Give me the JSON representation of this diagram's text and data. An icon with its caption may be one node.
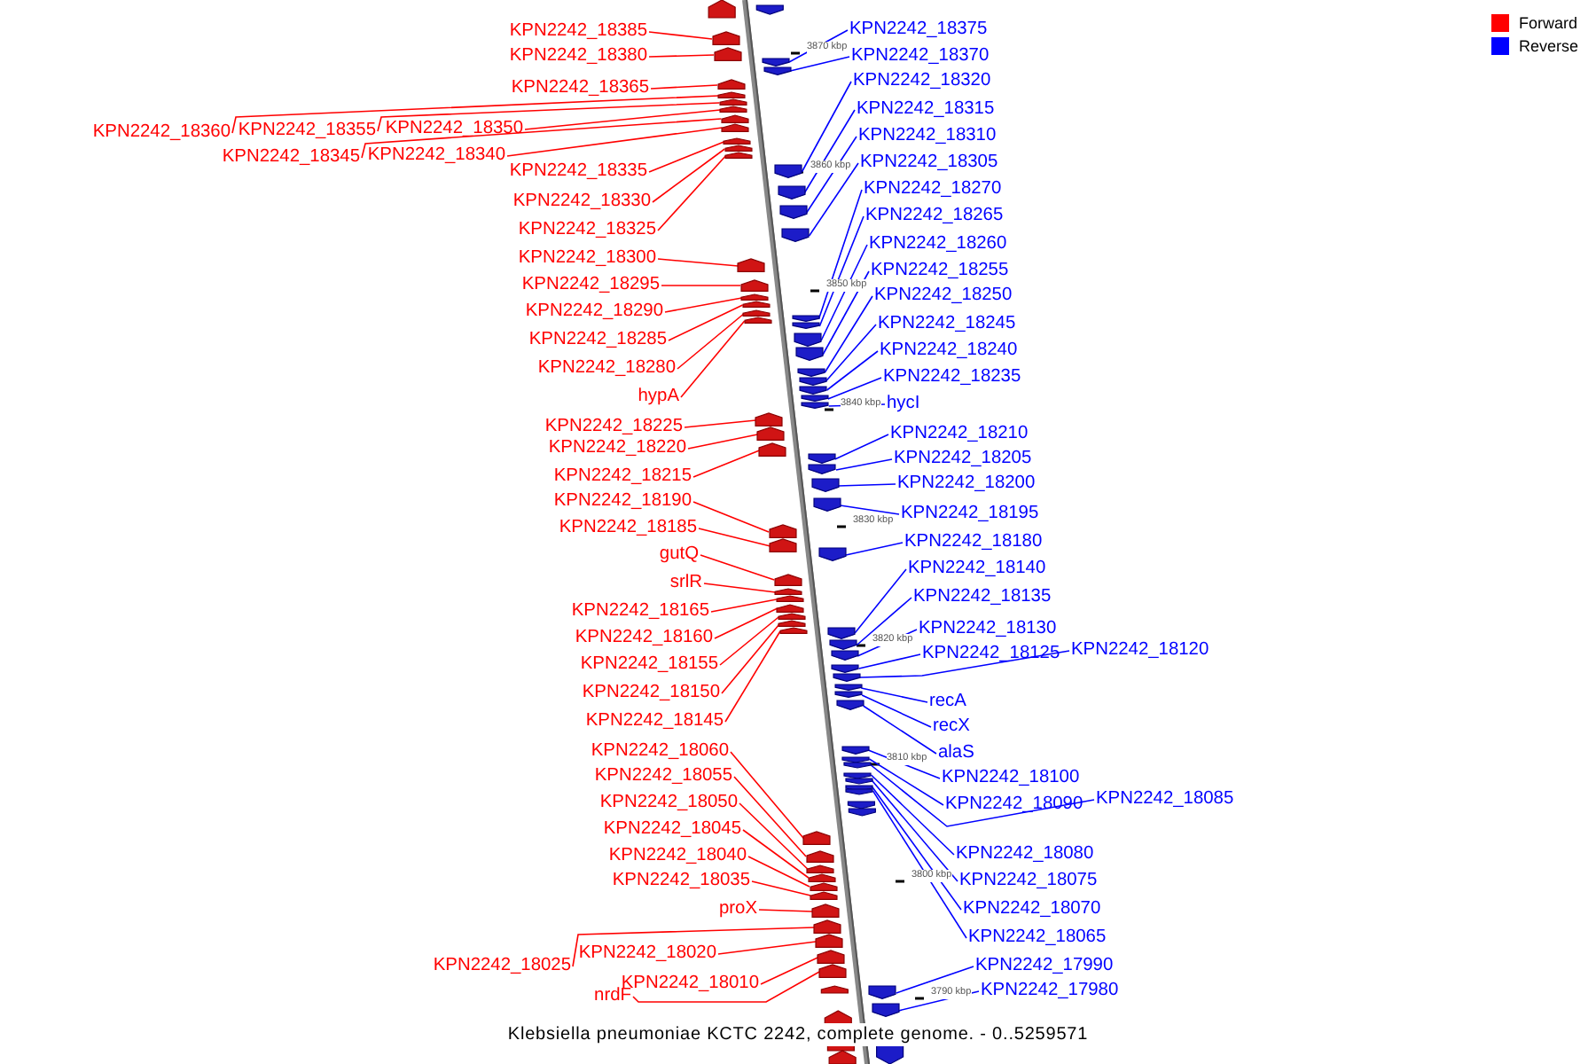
{
  "diagram": {
    "caption": "Klebsiella pneumoniae KCTC 2242, complete genome. - 0..5259571",
    "nodes": [
      {
        "text": [
          "KPN2242_18385"
        ]
      },
      {
        "text": [
          "KPN2242_18380"
        ]
      },
      {
        "text": [
          "KPN2242_18365"
        ]
      },
      {
        "text": [
          "KPN2242_18360"
        ]
      },
      {
        "text": [
          "KPN2242_18355"
        ]
      },
      {
        "text": [
          "KPN2242_18350"
        ]
      },
      {
        "text": [
          "KPN2242_18345"
        ]
      },
      {
        "text": [
          "KPN2242_18340"
        ]
      },
      {
        "text": [
          "KPN2242_18335"
        ]
      },
      {
        "text": [
          "KPN2242_18330"
        ]
      },
      {
        "text": [
          "KPN2242_18325"
        ]
      },
      {
        "text": [
          "KPN2242_18300"
        ]
      },
      {
        "text": [
          "KPN2242_18295"
        ]
      },
      {
        "text": [
          "KPN2242_18290"
        ]
      },
      {
        "text": [
          "KPN2242_18285"
        ]
      },
      {
        "text": [
          "KPN2242_18280"
        ]
      },
      {
        "text": [
          "hypA"
        ]
      },
      {
        "text": [
          "KPN2242_18225"
        ]
      },
      {
        "text": [
          "KPN2242_18220"
        ]
      },
      {
        "text": [
          "KPN2242_18215"
        ]
      },
      {
        "text": [
          "KPN2242_18190"
        ]
      },
      {
        "text": [
          "KPN2242_18185"
        ]
      },
      {
        "text": [
          "gutQ"
        ]
      },
      {
        "text": [
          "srlR"
        ]
      },
      {
        "text": [
          "KPN2242_18165"
        ]
      },
      {
        "text": [
          "KPN2242_18160"
        ]
      },
      {
        "text": [
          "KPN2242_18155"
        ]
      },
      {
        "text": [
          "KPN2242_18150"
        ]
      },
      {
        "text": [
          "KPN2242_18145"
        ]
      },
      {
        "text": [
          "KPN2242_18060"
        ]
      },
      {
        "text": [
          "KPN2242_18055"
        ]
      },
      {
        "text": [
          "KPN2242_18050"
        ]
      },
      {
        "text": [
          "KPN2242_18045"
        ]
      },
      {
        "text": [
          "KPN2242_18040"
        ]
      },
      {
        "text": [
          "KPN2242_18035"
        ]
      },
      {
        "text": [
          "proX"
        ]
      },
      {
        "text": [
          "KPN2242_18020"
        ]
      },
      {
        "text": [
          "KPN2242_18025"
        ]
      },
      {
        "text": [
          "KPN2242_18010"
        ]
      },
      {
        "text": [
          "nrdF"
        ]
      },
      {
        "text": [
          "KPN2242_18375"
        ]
      },
      {
        "text": [
          "KPN2242_18370"
        ]
      },
      {
        "text": [
          "KPN2242_18320"
        ]
      },
      {
        "text": [
          "KPN2242_18315"
        ]
      },
      {
        "text": [
          "KPN2242_18310"
        ]
      },
      {
        "text": [
          "KPN2242_18305"
        ]
      },
      {
        "text": [
          "KPN2242_18270"
        ]
      },
      {
        "text": [
          "KPN2242_18265"
        ]
      },
      {
        "text": [
          "KPN2242_18260"
        ]
      },
      {
        "text": [
          "KPN2242_18255"
        ]
      },
      {
        "text": [
          "KPN2242_18250"
        ]
      },
      {
        "text": [
          "KPN2242_18245"
        ]
      },
      {
        "text": [
          "KPN2242_18240"
        ]
      },
      {
        "text": [
          "KPN2242_18235"
        ]
      },
      {
        "text": [
          "hycI"
        ]
      },
      {
        "text": [
          "KPN2242_18210"
        ]
      },
      {
        "text": [
          "KPN2242_18205"
        ]
      },
      {
        "text": [
          "KPN2242_18200"
        ]
      },
      {
        "text": [
          "KPN2242_18195"
        ]
      },
      {
        "text": [
          "KPN2242_18180"
        ]
      },
      {
        "text": [
          "KPN2242_18140"
        ]
      },
      {
        "text": [
          "KPN2242_18135"
        ]
      },
      {
        "text": [
          "KPN2242_18130"
        ]
      },
      {
        "text": [
          "KPN2242_18125"
        ]
      },
      {
        "text": [
          "KPN2242_18120"
        ]
      },
      {
        "text": [
          "recA"
        ]
      },
      {
        "text": [
          "recX"
        ]
      },
      {
        "text": [
          "alaS"
        ]
      },
      {
        "text": [
          "KPN2242_18100"
        ]
      },
      {
        "text": [
          "KPN2242_18090"
        ]
      },
      {
        "text": [
          "KPN2242_18085"
        ]
      },
      {
        "text": [
          "KPN2242_18080"
        ]
      },
      {
        "text": [
          "KPN2242_18075"
        ]
      },
      {
        "text": [
          "KPN2242_18070"
        ]
      },
      {
        "text": [
          "KPN2242_18065"
        ]
      },
      {
        "text": [
          "KPN2242_17990"
        ]
      },
      {
        "text": [
          "KPN2242_17980"
        ]
      },
      {
        "text": [],
        "shape": "arrow"
      },
      {
        "text": [],
        "shape": "arrow"
      },
      {
        "text": [],
        "shape": "arrow"
      },
      {
        "text": [],
        "shape": "arrow"
      },
      {
        "text": [],
        "shape": "arrow"
      },
      {
        "text": [],
        "shape": "arrow"
      },
      {
        "text": [],
        "shape": "arrow"
      },
      {
        "text": [],
        "shape": "arrow"
      },
      {
        "text": [],
        "shape": "arrow"
      },
      {
        "text": [],
        "shape": "arrow"
      },
      {
        "text": [],
        "shape": "arrow"
      },
      {
        "text": [],
        "shape": "arrow"
      },
      {
        "text": [],
        "shape": "arrow"
      },
      {
        "text": [],
        "shape": "arrow"
      },
      {
        "text": [],
        "shape": "arrow"
      },
      {
        "text": [],
        "shape": "arrow"
      },
      {
        "text": [],
        "shape": "arrow"
      },
      {
        "text": [],
        "shape": "arrow"
      },
      {
        "text": [],
        "shape": "arrow"
      },
      {
        "text": [],
        "shape": "arrow"
      },
      {
        "text": [],
        "shape": "arrow"
      },
      {
        "text": [],
        "shape": "arrow"
      },
      {
        "text": [],
        "shape": "arrow"
      },
      {
        "text": [],
        "shape": "arrow"
      },
      {
        "text": [],
        "shape": "arrow"
      },
      {
        "text": [],
        "shape": "arrow"
      },
      {
        "text": [],
        "shape": "arrow"
      },
      {
        "text": [],
        "shape": "arrow"
      },
      {
        "text": [],
        "shape": "arrow"
      },
      {
        "text": [],
        "shape": "arrow"
      },
      {
        "text": [],
        "shape": "arrow"
      },
      {
        "text": [],
        "shape": "arrow"
      },
      {
        "text": [],
        "shape": "arrow"
      },
      {
        "text": [],
        "shape": "arrow"
      },
      {
        "text": [],
        "shape": "arrow"
      },
      {
        "text": [],
        "shape": "arrow"
      },
      {
        "text": [],
        "shape": "arrow"
      },
      {
        "text": [],
        "shape": "arrow"
      },
      {
        "text": [],
        "shape": "arrow"
      },
      {
        "text": [],
        "shape": "arrow"
      },
      {
        "text": [],
        "shape": "arrow"
      },
      {
        "text": [],
        "shape": "arrow"
      },
      {
        "text": [],
        "shape": "arrow"
      },
      {
        "text": [],
        "shape": "arrow"
      },
      {
        "text": [],
        "shape": "arrow"
      },
      {
        "text": [],
        "shape": "arrow"
      },
      {
        "text": [],
        "shape": "arrow"
      },
      {
        "text": [],
        "shape": "arrow"
      },
      {
        "text": [],
        "shape": "arrow"
      },
      {
        "text": [],
        "shape": "arrow"
      },
      {
        "text": [],
        "shape": "arrow"
      },
      {
        "text": [],
        "shape": "arrow"
      },
      {
        "text": [],
        "shape": "arrow"
      },
      {
        "text": [],
        "shape": "arrow"
      },
      {
        "text": [],
        "shape": "arrow"
      },
      {
        "text": [],
        "shape": "arrow"
      },
      {
        "text": [],
        "shape": "arrow"
      },
      {
        "text": [],
        "shape": "arrow"
      },
      {
        "text": [],
        "shape": "arrow"
      },
      {
        "text": [],
        "shape": "arrow"
      },
      {
        "text": [],
        "shape": "arrow"
      },
      {
        "text": [],
        "shape": "arrow"
      },
      {
        "text": [],
        "shape": "arrow"
      },
      {
        "text": [],
        "shape": "arrow"
      },
      {
        "text": [],
        "shape": "arrow"
      },
      {
        "text": [],
        "shape": "arrow"
      },
      {
        "text": [],
        "shape": "arrow"
      },
      {
        "text": [],
        "shape": "arrow"
      },
      {
        "text": [],
        "shape": "arrow"
      },
      {
        "text": [],
        "shape": "arrow"
      },
      {
        "text": [],
        "shape": "arrow"
      },
      {
        "text": [],
        "shape": "arrow"
      },
      {
        "text": [],
        "shape": "arrow"
      },
      {
        "text": [],
        "shape": "arrow"
      },
      {
        "text": [],
        "shape": "arrow"
      },
      {
        "text": [],
        "shape": "arrow"
      },
      {
        "text": [],
        "shape": "arrow"
      }
    ],
    "edges": [
      {
        "from": 0,
        "to": 77,
        "arrow": "none",
        "color": "#ff0000"
      },
      {
        "from": 1,
        "to": 78,
        "arrow": "none",
        "color": "#ff0000"
      },
      {
        "from": 2,
        "to": 79,
        "arrow": "none",
        "color": "#ff0000"
      },
      {
        "from": 3,
        "to": 80,
        "arrow": "none",
        "color": "#ff0000"
      },
      {
        "from": 4,
        "to": 81,
        "arrow": "none",
        "color": "#ff0000"
      },
      {
        "from": 5,
        "to": 82,
        "arrow": "none",
        "color": "#ff0000"
      },
      {
        "from": 6,
        "to": 83,
        "arrow": "none",
        "color": "#ff0000"
      },
      {
        "from": 7,
        "to": 84,
        "arrow": "none",
        "color": "#ff0000"
      },
      {
        "from": 8,
        "to": 85,
        "arrow": "none",
        "color": "#ff0000"
      },
      {
        "from": 9,
        "to": 86,
        "arrow": "none",
        "color": "#ff0000"
      },
      {
        "from": 10,
        "to": 87,
        "arrow": "none",
        "color": "#ff0000"
      },
      {
        "from": 11,
        "to": 88,
        "arrow": "none",
        "color": "#ff0000"
      },
      {
        "from": 12,
        "to": 89,
        "arrow": "none",
        "color": "#ff0000"
      },
      {
        "from": 13,
        "to": 90,
        "arrow": "none",
        "color": "#ff0000"
      },
      {
        "from": 14,
        "to": 91,
        "arrow": "none",
        "color": "#ff0000"
      },
      {
        "from": 15,
        "to": 92,
        "arrow": "none",
        "color": "#ff0000"
      },
      {
        "from": 16,
        "to": 93,
        "arrow": "none",
        "color": "#ff0000"
      },
      {
        "from": 17,
        "to": 94,
        "arrow": "none",
        "color": "#ff0000"
      },
      {
        "from": 18,
        "to": 95,
        "arrow": "none",
        "color": "#ff0000"
      },
      {
        "from": 19,
        "to": 96,
        "arrow": "none",
        "color": "#ff0000"
      },
      {
        "from": 20,
        "to": 97,
        "arrow": "none",
        "color": "#ff0000"
      },
      {
        "from": 21,
        "to": 98,
        "arrow": "none",
        "color": "#ff0000"
      },
      {
        "from": 22,
        "to": 99,
        "arrow": "none",
        "color": "#ff0000"
      },
      {
        "from": 23,
        "to": 100,
        "arrow": "none",
        "color": "#ff0000"
      },
      {
        "from": 24,
        "to": 101,
        "arrow": "none",
        "color": "#ff0000"
      },
      {
        "from": 25,
        "to": 102,
        "arrow": "none",
        "color": "#ff0000"
      },
      {
        "from": 26,
        "to": 103,
        "arrow": "none",
        "color": "#ff0000"
      },
      {
        "from": 27,
        "to": 104,
        "arrow": "none",
        "color": "#ff0000"
      },
      {
        "from": 28,
        "to": 105,
        "arrow": "none",
        "color": "#ff0000"
      },
      {
        "from": 29,
        "to": 106,
        "arrow": "none",
        "color": "#ff0000"
      },
      {
        "from": 30,
        "to": 107,
        "arrow": "none",
        "color": "#ff0000"
      },
      {
        "from": 31,
        "to": 108,
        "arrow": "none",
        "color": "#ff0000"
      },
      {
        "from": 32,
        "to": 109,
        "arrow": "none",
        "color": "#ff0000"
      },
      {
        "from": 33,
        "to": 110,
        "arrow": "none",
        "color": "#ff0000"
      },
      {
        "from": 34,
        "to": 111,
        "arrow": "none",
        "color": "#ff0000"
      },
      {
        "from": 35,
        "to": 112,
        "arrow": "none",
        "color": "#ff0000"
      },
      {
        "from": 36,
        "to": 113,
        "arrow": "none",
        "color": "#ff0000"
      },
      {
        "from": 37,
        "to": 114,
        "arrow": "none",
        "color": "#ff0000"
      },
      {
        "from": 38,
        "to": 115,
        "arrow": "none",
        "color": "#ff0000"
      },
      {
        "from": 39,
        "to": 116,
        "arrow": "none",
        "color": "#ff0000"
      },
      {
        "from": 40,
        "to": 117,
        "arrow": "none",
        "color": "#0000ff"
      },
      {
        "from": 41,
        "to": 118,
        "arrow": "none",
        "color": "#0000ff"
      },
      {
        "from": 42,
        "to": 119,
        "arrow": "none",
        "color": "#0000ff"
      },
      {
        "from": 43,
        "to": 120,
        "arrow": "none",
        "color": "#0000ff"
      },
      {
        "from": 44,
        "to": 121,
        "arrow": "none",
        "color": "#0000ff"
      },
      {
        "from": 45,
        "to": 122,
        "arrow": "none",
        "color": "#0000ff"
      },
      {
        "from": 46,
        "to": 123,
        "arrow": "none",
        "color": "#0000ff"
      },
      {
        "from": 47,
        "to": 124,
        "arrow": "none",
        "color": "#0000ff"
      },
      {
        "from": 48,
        "to": 125,
        "arrow": "none",
        "color": "#0000ff"
      },
      {
        "from": 49,
        "to": 126,
        "arrow": "none",
        "color": "#0000ff"
      },
      {
        "from": 50,
        "to": 127,
        "arrow": "none",
        "color": "#0000ff"
      },
      {
        "from": 51,
        "to": 128,
        "arrow": "none",
        "color": "#0000ff"
      },
      {
        "from": 52,
        "to": 129,
        "arrow": "none",
        "color": "#0000ff"
      },
      {
        "from": 53,
        "to": 130,
        "arrow": "none",
        "color": "#0000ff"
      },
      {
        "from": 54,
        "to": 131,
        "arrow": "none",
        "color": "#0000ff"
      },
      {
        "from": 55,
        "to": 132,
        "arrow": "none",
        "color": "#0000ff"
      },
      {
        "from": 56,
        "to": 133,
        "arrow": "none",
        "color": "#0000ff"
      },
      {
        "from": 57,
        "to": 134,
        "arrow": "none",
        "color": "#0000ff"
      },
      {
        "from": 58,
        "to": 135,
        "arrow": "none",
        "color": "#0000ff"
      },
      {
        "from": 59,
        "to": 136,
        "arrow": "none",
        "color": "#0000ff"
      },
      {
        "from": 60,
        "to": 137,
        "arrow": "none",
        "color": "#0000ff"
      },
      {
        "from": 61,
        "to": 138,
        "arrow": "none",
        "color": "#0000ff"
      },
      {
        "from": 62,
        "to": 139,
        "arrow": "none",
        "color": "#0000ff"
      },
      {
        "from": 63,
        "to": 140,
        "arrow": "none",
        "color": "#0000ff"
      },
      {
        "from": 64,
        "to": 141,
        "arrow": "none",
        "color": "#0000ff"
      },
      {
        "from": 65,
        "to": 142,
        "arrow": "none",
        "color": "#0000ff"
      },
      {
        "from": 66,
        "to": 143,
        "arrow": "none",
        "color": "#0000ff"
      },
      {
        "from": 67,
        "to": 144,
        "arrow": "none",
        "color": "#0000ff"
      },
      {
        "from": 68,
        "to": 145,
        "arrow": "none",
        "color": "#0000ff"
      },
      {
        "from": 69,
        "to": 146,
        "arrow": "none",
        "color": "#0000ff"
      },
      {
        "from": 70,
        "to": 147,
        "arrow": "none",
        "color": "#0000ff"
      },
      {
        "from": 71,
        "to": 148,
        "arrow": "none",
        "color": "#0000ff"
      },
      {
        "from": 72,
        "to": 149,
        "arrow": "none",
        "color": "#0000ff"
      },
      {
        "from": 73,
        "to": 150,
        "arrow": "none",
        "color": "#0000ff"
      },
      {
        "from": 74,
        "to": 151,
        "arrow": "none",
        "color": "#0000ff"
      },
      {
        "from": 75,
        "to": 152,
        "arrow": "none",
        "color": "#0000ff"
      },
      {
        "from": 76,
        "to": 153,
        "arrow": "none",
        "color": "#0000ff"
      }
    ],
    "labels": [
      "3870 kbp",
      "3860 kbp",
      "3850 kbp",
      "3840 kbp",
      "3830 kbp",
      "3820 kbp",
      "3810 kbp",
      "3800 kbp",
      "3790 kbp"
    ],
    "legend": [
      {
        "text": "Forward",
        "color": "#ff0000"
      },
      {
        "text": "Reverse",
        "color": "#0000ff"
      }
    ]
  }
}
